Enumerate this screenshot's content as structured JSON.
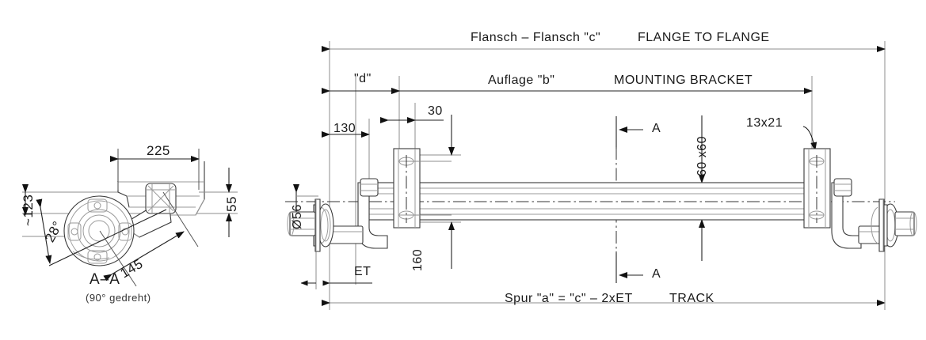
{
  "drawing": {
    "title": "Trailer axle assembly technical drawing",
    "line_color": "#8c8c8c",
    "part_color": "#3a3a3a",
    "text_color": "#1a1a1a"
  },
  "section_view": {
    "caption": "A–A",
    "subcaption": "(90° gedreht)",
    "dimensions": {
      "width_225": "225",
      "height_55": "55",
      "height_123": "~123",
      "angle_28": "28°",
      "arm_145": "145"
    }
  },
  "main_view": {
    "top_dimension": {
      "label_de": "Flansch – Flansch \"c\"",
      "label_en": "FLANGE TO FLANGE"
    },
    "second_dimension": {
      "label_d": "\"d\"",
      "label_de": "Auflage \"b\"",
      "label_en": "MOUNTING BRACKET"
    },
    "bottom_dimension": {
      "label_de": "Spur \"a\" = \"c\" – 2xET",
      "label_en": "TRACK"
    },
    "dimensions": {
      "dim_130": "130",
      "dim_30": "30",
      "dim_160": "160",
      "dim_60x60": "60 x60",
      "dim_13x21": "13x21",
      "dim_diameter_56": "Ø56",
      "dim_et": "ET"
    },
    "section_markers": {
      "top": "A",
      "bottom": "A"
    }
  }
}
